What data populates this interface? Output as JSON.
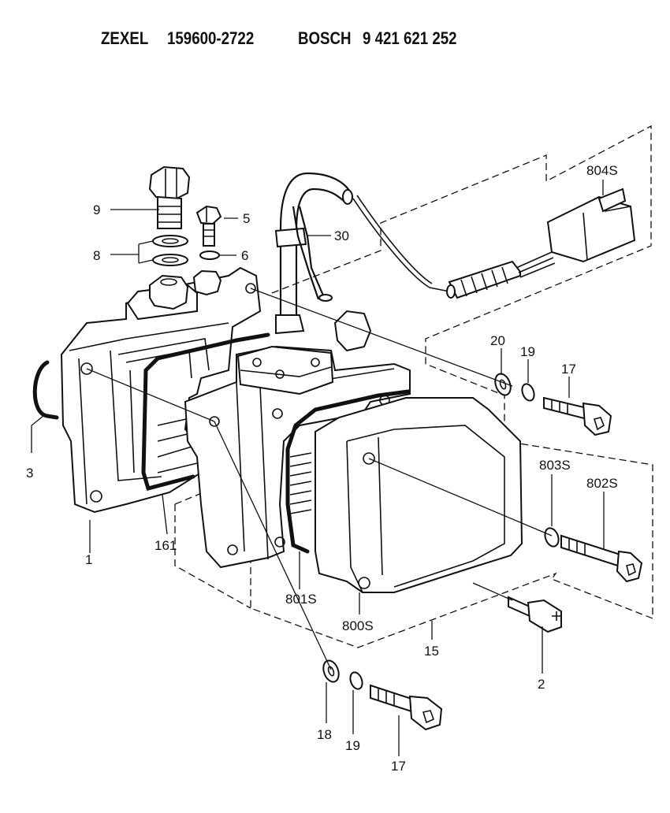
{
  "header": {
    "brand1": "ZEXEL",
    "part1": "159600-2722",
    "brand2": "BOSCH",
    "part2": "9 421 621 252"
  },
  "callouts": {
    "c804s": "804S",
    "c30": "30",
    "c9": "9",
    "c5": "5",
    "c8": "8",
    "c6": "6",
    "c20": "20",
    "c19a": "19",
    "c17a": "17",
    "c3": "3",
    "c803s": "803S",
    "c802s": "802S",
    "c161": "161",
    "c1": "1",
    "c801s": "801S",
    "c800s": "800S",
    "c15": "15",
    "c2": "2",
    "c18": "18",
    "c19b": "19",
    "c17b": "17"
  }
}
